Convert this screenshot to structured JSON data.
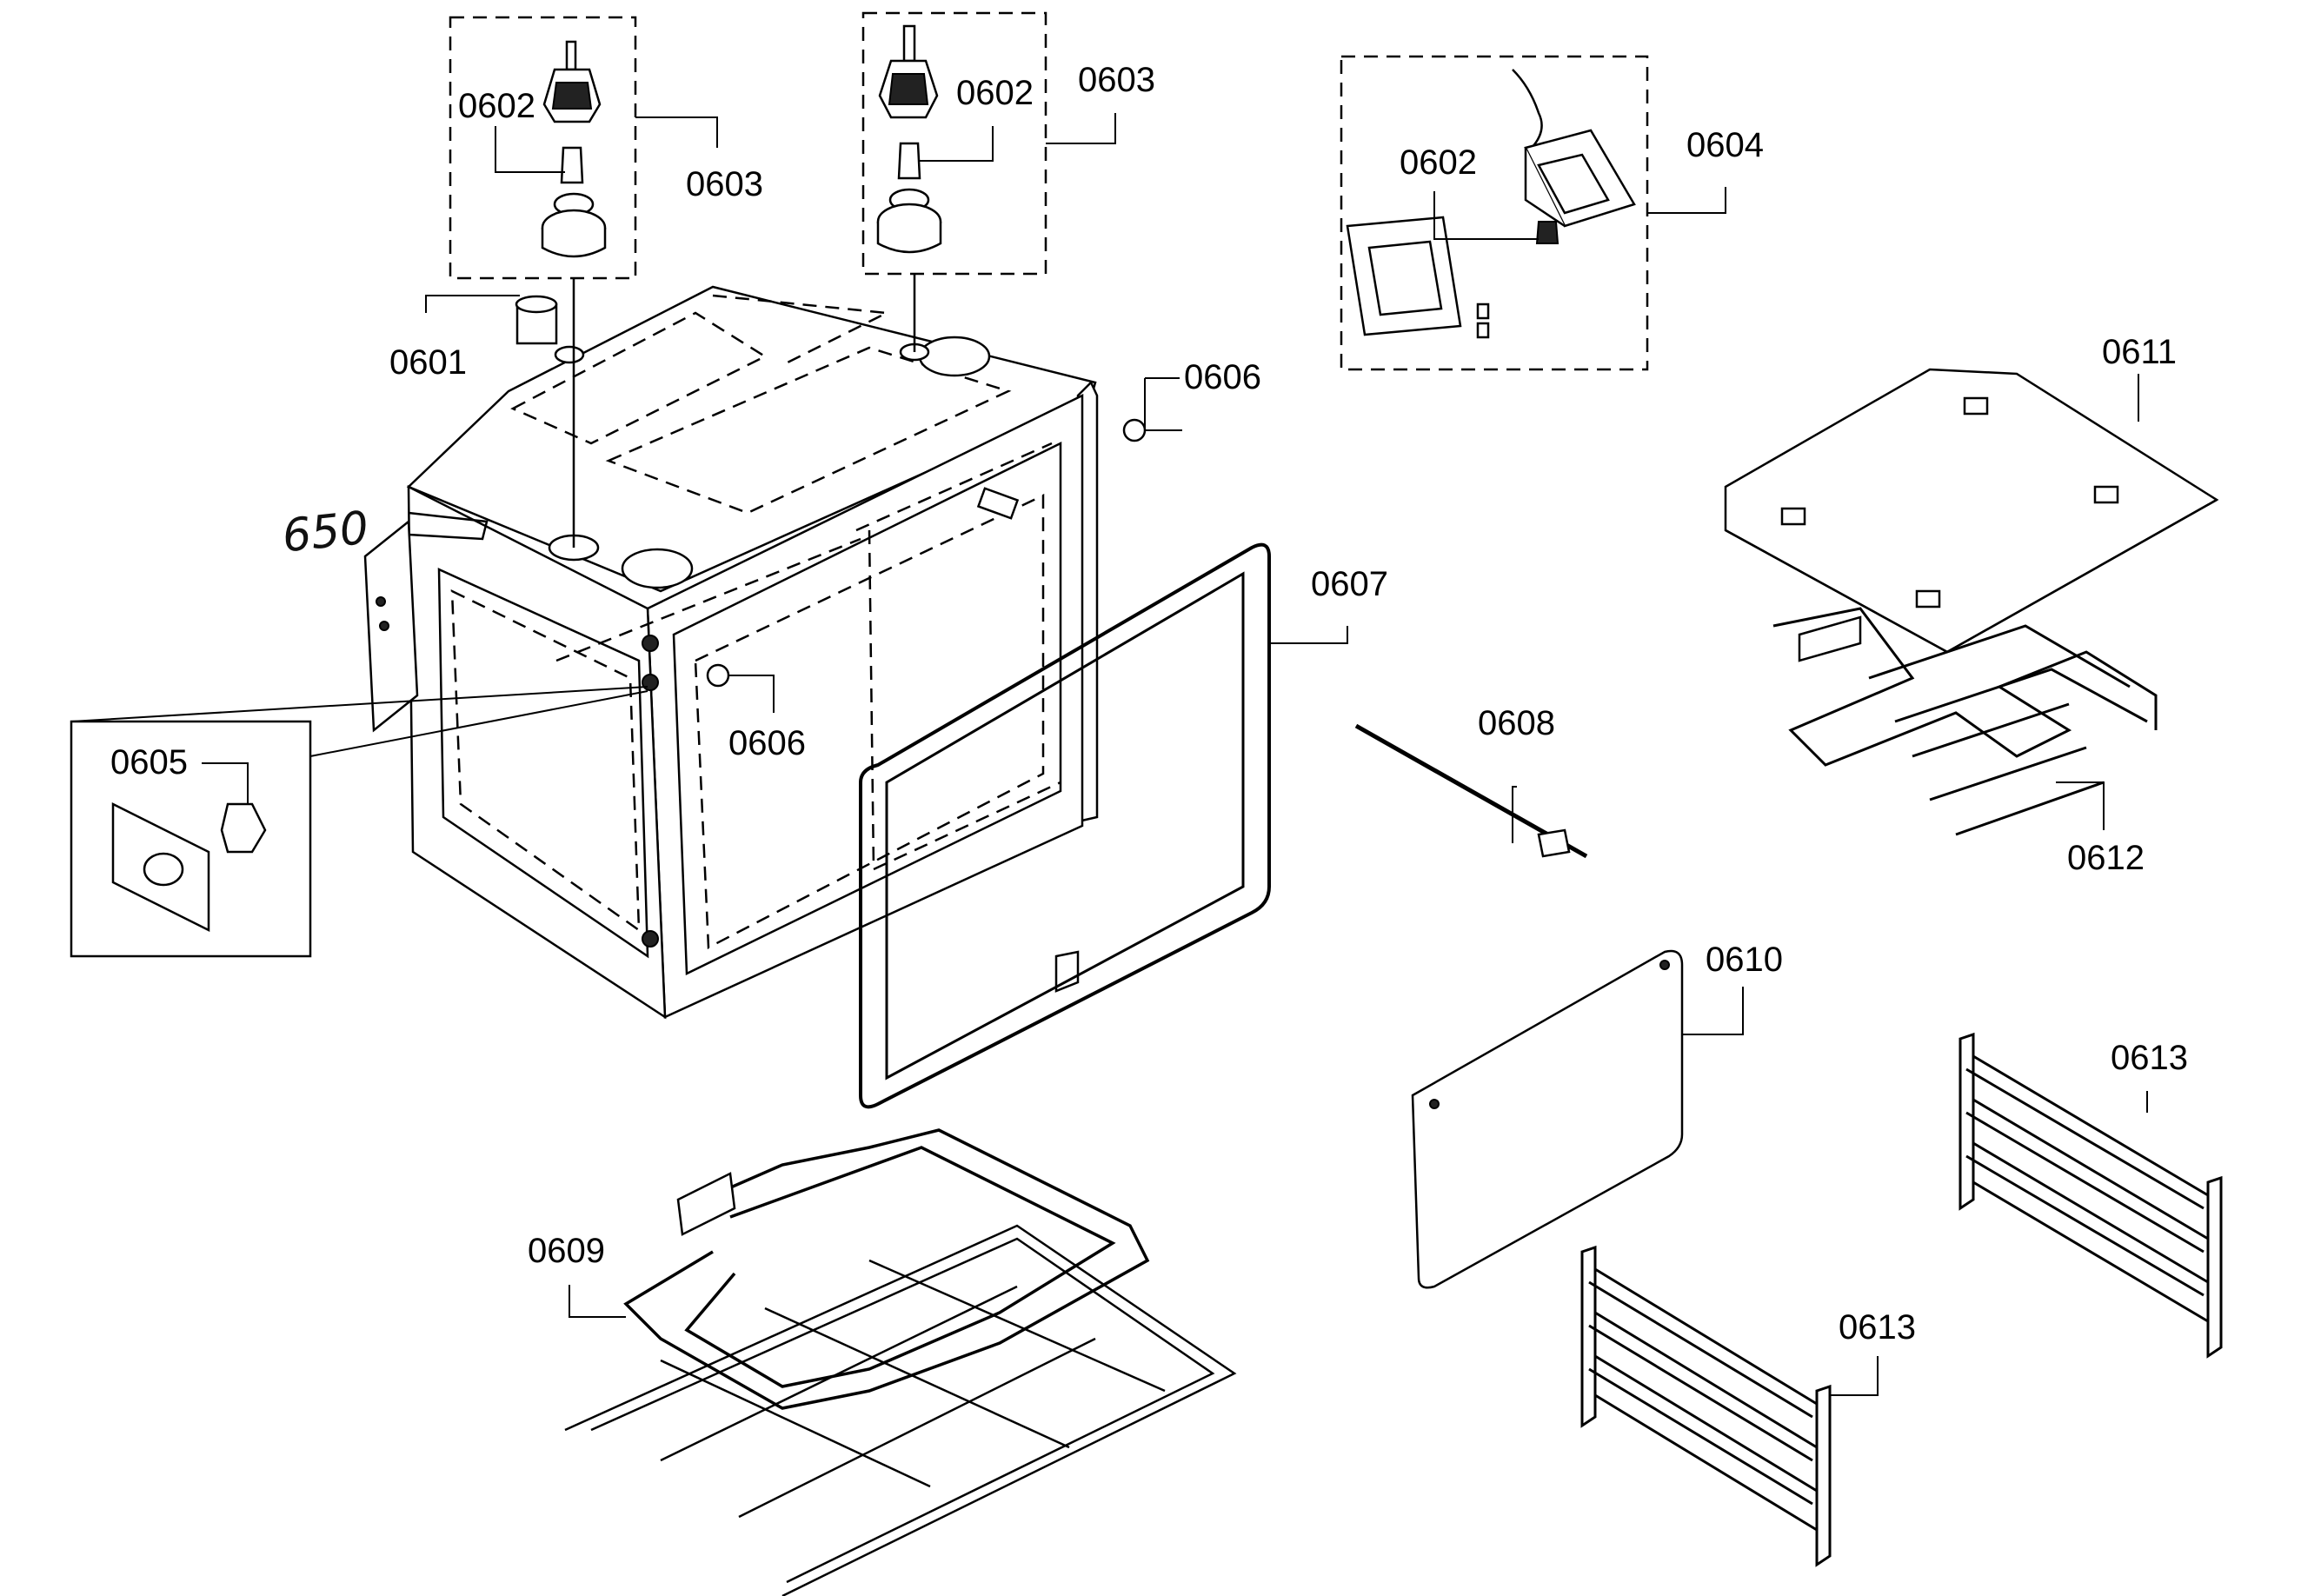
{
  "diagram": {
    "callouts": [
      {
        "id": "c0601",
        "text": "0601"
      },
      {
        "id": "c0602a",
        "text": "0602"
      },
      {
        "id": "c0603a",
        "text": "0603"
      },
      {
        "id": "c0602b",
        "text": "0602"
      },
      {
        "id": "c0603b",
        "text": "0603"
      },
      {
        "id": "c0602c",
        "text": "0602"
      },
      {
        "id": "c0604",
        "text": "0604"
      },
      {
        "id": "c0605",
        "text": "0605"
      },
      {
        "id": "c0606a",
        "text": "0606"
      },
      {
        "id": "c0606b",
        "text": "0606"
      },
      {
        "id": "c0607",
        "text": "0607"
      },
      {
        "id": "c0608",
        "text": "0608"
      },
      {
        "id": "c0609",
        "text": "0609"
      },
      {
        "id": "c0610",
        "text": "0610"
      },
      {
        "id": "c0611",
        "text": "0611"
      },
      {
        "id": "c0612",
        "text": "0612"
      },
      {
        "id": "c0613a",
        "text": "0613"
      },
      {
        "id": "c0613b",
        "text": "0613"
      }
    ],
    "handwritten_note": "650"
  }
}
